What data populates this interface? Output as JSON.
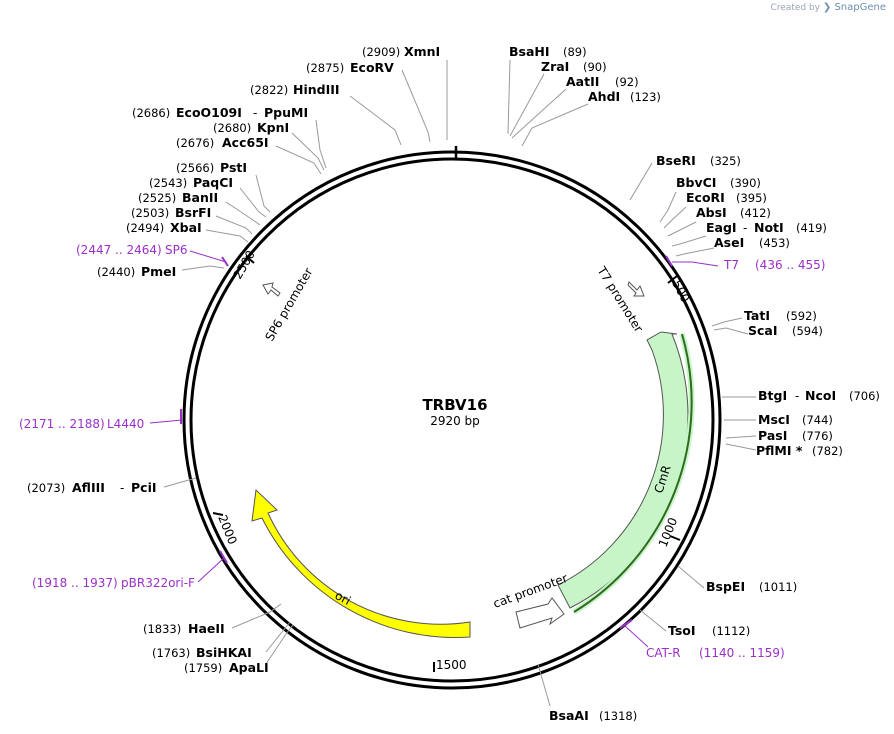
{
  "credit": {
    "prefix": "Created by",
    "brand": "SnapGene"
  },
  "plasmid": {
    "name": "TRBV16",
    "size": "2920 bp"
  },
  "sites": [
    {
      "name": "XmnI",
      "pos": "(2909)"
    },
    {
      "name": "EcoRV",
      "pos": "(2875)"
    },
    {
      "name": "HindIII",
      "pos": "(2822)"
    },
    {
      "name": "EcoO109I",
      "name2": "PpuMI",
      "pos": "(2686)"
    },
    {
      "name": "KpnI",
      "pos": "(2680)"
    },
    {
      "name": "Acc65I",
      "pos": "(2676)"
    },
    {
      "name": "PstI",
      "pos": "(2566)"
    },
    {
      "name": "PaqCI",
      "pos": "(2543)"
    },
    {
      "name": "BanII",
      "pos": "(2525)"
    },
    {
      "name": "BsrFI",
      "pos": "(2503)"
    },
    {
      "name": "XbaI",
      "pos": "(2494)"
    },
    {
      "name": "PmeI",
      "pos": "(2440)"
    },
    {
      "name": "AflIII",
      "name2": "PciI",
      "pos": "(2073)"
    },
    {
      "name": "HaeII",
      "pos": "(1833)"
    },
    {
      "name": "BsiHKAI",
      "pos": "(1763)"
    },
    {
      "name": "ApaLI",
      "pos": "(1759)"
    },
    {
      "name": "BsaAI",
      "pos": "(1318)"
    },
    {
      "name": "BsaHI",
      "pos": "(89)"
    },
    {
      "name": "ZraI",
      "pos": "(90)"
    },
    {
      "name": "AatII",
      "pos": "(92)"
    },
    {
      "name": "AhdI",
      "pos": "(123)"
    },
    {
      "name": "BseRI",
      "pos": "(325)"
    },
    {
      "name": "BbvCI",
      "pos": "(390)"
    },
    {
      "name": "EcoRI",
      "pos": "(395)"
    },
    {
      "name": "AbsI",
      "pos": "(412)"
    },
    {
      "name": "EagI",
      "name2": "NotI",
      "pos": "(419)"
    },
    {
      "name": "AseI",
      "pos": "(453)"
    },
    {
      "name": "TatI",
      "pos": "(592)"
    },
    {
      "name": "ScaI",
      "pos": "(594)"
    },
    {
      "name": "BtgI",
      "name2": "NcoI",
      "pos": "(706)"
    },
    {
      "name": "MscI",
      "pos": "(744)"
    },
    {
      "name": "PasI",
      "pos": "(776)"
    },
    {
      "name": "PflMI *",
      "pos": "(782)"
    },
    {
      "name": "BspEI",
      "pos": "(1011)"
    },
    {
      "name": "TsoI",
      "pos": "(1112)"
    }
  ],
  "primers": [
    {
      "name": "SP6",
      "range": "(2447 .. 2464)"
    },
    {
      "name": "L4440",
      "range": "(2171 .. 2188)"
    },
    {
      "name": "pBR322ori-F",
      "range": "(1918 .. 1937)"
    },
    {
      "name": "T7",
      "range": "(436 .. 455)"
    },
    {
      "name": "CAT-R",
      "range": "(1140 .. 1159)"
    }
  ],
  "features": {
    "sp6_promoter": "SP6 promoter",
    "t7_promoter": "T7 promoter",
    "cat_promoter": "cat promoter",
    "cmr": "CmR",
    "ori": "ori"
  },
  "ticks": [
    "500",
    "1000",
    "1500",
    "2000",
    "2500"
  ],
  "colors": {
    "primer": "#9b30c8",
    "cmr": "#c8f5c8",
    "ori": "#ffff00",
    "orf": "#2e6b1e"
  }
}
